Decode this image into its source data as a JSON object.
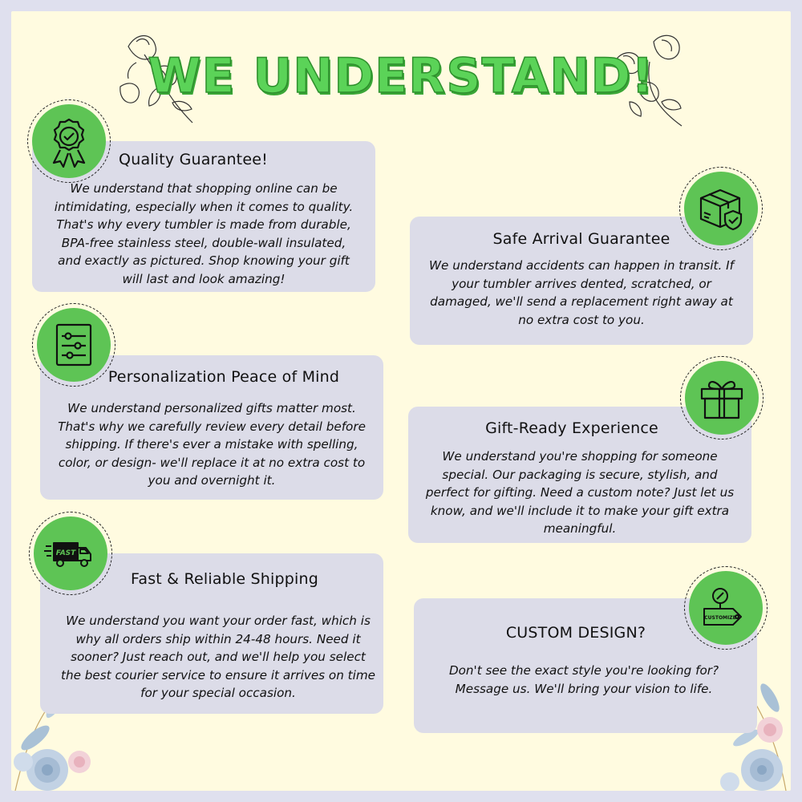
{
  "title": "WE UNDERSTAND!",
  "cards": [
    {
      "heading": "Quality Guarantee!",
      "body": "We understand that shopping online can be intimidating, especially when it comes to quality. That's why every tumbler is made from durable, BPA-free stainless steel, double-wall insulated, and exactly as pictured. Shop knowing your gift will last and look amazing!",
      "icon": "award-ribbon-icon"
    },
    {
      "heading": "Safe Arrival Guarantee",
      "body": "We understand accidents can happen in transit. If your tumbler arrives dented, scratched, or damaged, we'll send a replacement right away at no extra cost to you.",
      "icon": "package-shield-icon"
    },
    {
      "heading": "Personalization Peace of Mind",
      "body": "We understand personalized gifts matter most. That's why we carefully review every detail before shipping. If there's ever a mistake with spelling, color, or design- we'll replace it at no extra cost to you and overnight it.",
      "icon": "settings-sliders-icon"
    },
    {
      "heading": "Gift-Ready Experience",
      "body": "We understand you're shopping for someone special. Our packaging is secure, stylish, and perfect for gifting. Need a custom note? Just let us know, and we'll include it to make your gift extra meaningful.",
      "icon": "gift-box-icon"
    },
    {
      "heading": "Fast & Reliable Shipping",
      "body": "We understand you want your order fast, which is why all orders ship within 24-48 hours. Need it sooner? Just reach out, and we'll help you select the best courier service to ensure it arrives on time for your special occasion.",
      "icon": "delivery-truck-icon",
      "icon_text": "FAST"
    },
    {
      "heading": "CUSTOM DESIGN?",
      "body": "Don't see the exact style you're looking for? Message us. We'll bring your vision to life.",
      "icon": "customize-tag-icon",
      "icon_text": "CUSTOMIZE"
    }
  ],
  "colors": {
    "background": "#dfe0ee",
    "panel": "#fffbe0",
    "card": "#dcdce8",
    "accent_green": "#5ec455",
    "title_green": "#5bd358"
  }
}
